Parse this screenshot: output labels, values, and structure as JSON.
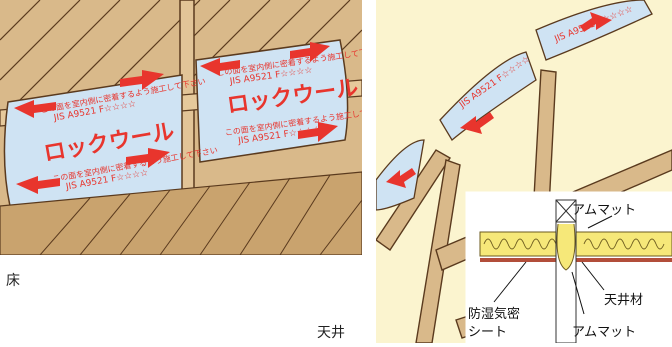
{
  "floor": {
    "caption": "床",
    "package": {
      "product_name": "ロックウール",
      "jis_line": "JIS A9521 F☆☆☆☆",
      "notice_line": "この面を室内側に密着するよう施工して下さい"
    }
  },
  "ceiling": {
    "caption": "天井",
    "package": {
      "jis_line": "JIS A9521 F☆☆☆☆"
    },
    "diagram_labels": {
      "mat_top": "アムマット",
      "vapor_sheet_line1": "防湿気密",
      "vapor_sheet_line2": "シート",
      "ceiling_material": "天井材",
      "mat_bottom": "アムマット"
    }
  },
  "colors": {
    "arrow_red": "#e8352d",
    "wood_tan": "#d9b98a",
    "wood_dark": "#5a3a1e",
    "package_blue": "#cfe3f3",
    "wall_cream": "#fbf4cf",
    "insulation_yellow": "#f6e879"
  }
}
